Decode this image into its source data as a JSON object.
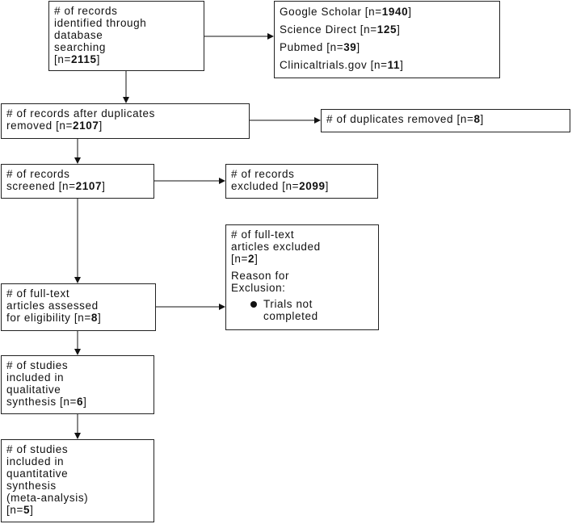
{
  "boxes": {
    "identified": {
      "lines": [
        "# of records",
        "identified through",
        "database",
        "searching"
      ],
      "count_prefix": "[n=",
      "count": "2115",
      "count_suffix": "]"
    },
    "sources": [
      {
        "label": "Google Scholar [n=",
        "count": "1940",
        "suffix": "]"
      },
      {
        "label": "Science Direct [n=",
        "count": "125",
        "suffix": "]"
      },
      {
        "label": "Pubmed [n=",
        "count": "39",
        "suffix": "]"
      },
      {
        "label": "Clinicaltrials.gov [n=",
        "count": "11",
        "suffix": "]"
      }
    ],
    "after_duplicates": {
      "line1": "# of records after duplicates",
      "line2_prefix": "removed [n=",
      "count": "2107",
      "suffix": "]"
    },
    "duplicates_removed": {
      "prefix": "# of duplicates removed [n=",
      "count": "8",
      "suffix": "]"
    },
    "screened": {
      "line1": "# of records",
      "line2_prefix": "screened [n=",
      "count": "2107",
      "suffix": "]"
    },
    "excluded": {
      "line1": "# of records",
      "line2_prefix": "excluded [n=",
      "count": "2099",
      "suffix": "]"
    },
    "fulltext_excluded": {
      "lines": [
        "# of full-text",
        "articles excluded"
      ],
      "count_prefix": "[n=",
      "count": "2",
      "count_suffix": "]",
      "reason_lines": [
        "Reason for",
        "Exclusion:"
      ],
      "bullet_lines": [
        "Trials not",
        "completed"
      ]
    },
    "assessed": {
      "lines": [
        "# of full-text",
        "articles assessed"
      ],
      "line3_prefix": "for eligibility [n=",
      "count": "8",
      "suffix": "]"
    },
    "qualitative": {
      "lines": [
        "# of studies",
        "included in",
        "qualitative"
      ],
      "line4_prefix": "synthesis [n=",
      "count": "6",
      "suffix": "]"
    },
    "quantitative": {
      "lines": [
        "# of studies",
        "included in",
        "quantitative",
        "synthesis",
        "(meta-analysis)"
      ],
      "count_prefix": "[n=",
      "count": "5",
      "count_suffix": "]"
    }
  }
}
